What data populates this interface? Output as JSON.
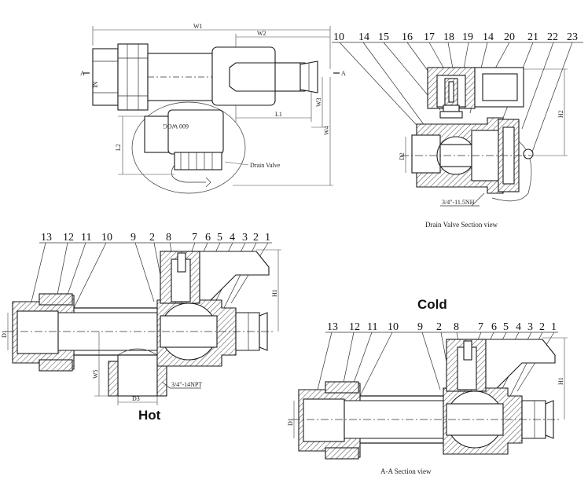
{
  "top_view": {
    "dims": {
      "w1": "W1",
      "w2": "W2",
      "w3": "W3",
      "w4": "W4",
      "l1": "L1",
      "l2": "L2"
    },
    "section_a_left": "A",
    "section_a_right": "A",
    "inlet_mark": "IN",
    "rating": "600 WOG",
    "drain_label": "Drain Valve"
  },
  "drain_section": {
    "numbers": [
      "10",
      "14",
      "15",
      "16",
      "17",
      "18",
      "19",
      "14",
      "20",
      "21",
      "22",
      "23"
    ],
    "h2": "H2",
    "d2": "D2",
    "thread": "3/4\"-11.5NH",
    "caption": "Drain Valve Section view"
  },
  "hot_view": {
    "numbers": [
      "13",
      "12",
      "11",
      "10",
      "9",
      "2",
      "8",
      "7",
      "6",
      "5",
      "4",
      "3",
      "2",
      "1"
    ],
    "h1": "H1",
    "d1": "D1",
    "w5": "W5",
    "d3": "D3",
    "thread": "3/4\"-14NPT",
    "label": "Hot"
  },
  "cold_view": {
    "numbers": [
      "13",
      "12",
      "11",
      "10",
      "9",
      "2",
      "8",
      "7",
      "6",
      "5",
      "4",
      "3",
      "2",
      "1"
    ],
    "h1": "H1",
    "d1": "D1",
    "label": "Cold",
    "caption": "A-A Section view"
  }
}
